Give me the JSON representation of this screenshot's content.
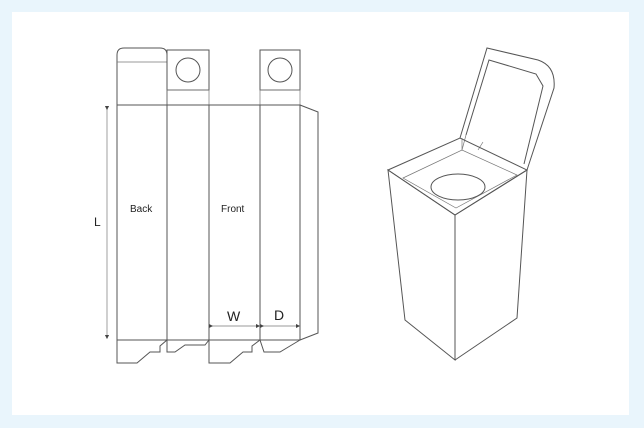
{
  "dieline": {
    "panel_back": "Back",
    "panel_front": "Front",
    "dim_length": "L",
    "dim_width": "W",
    "dim_depth": "D"
  }
}
